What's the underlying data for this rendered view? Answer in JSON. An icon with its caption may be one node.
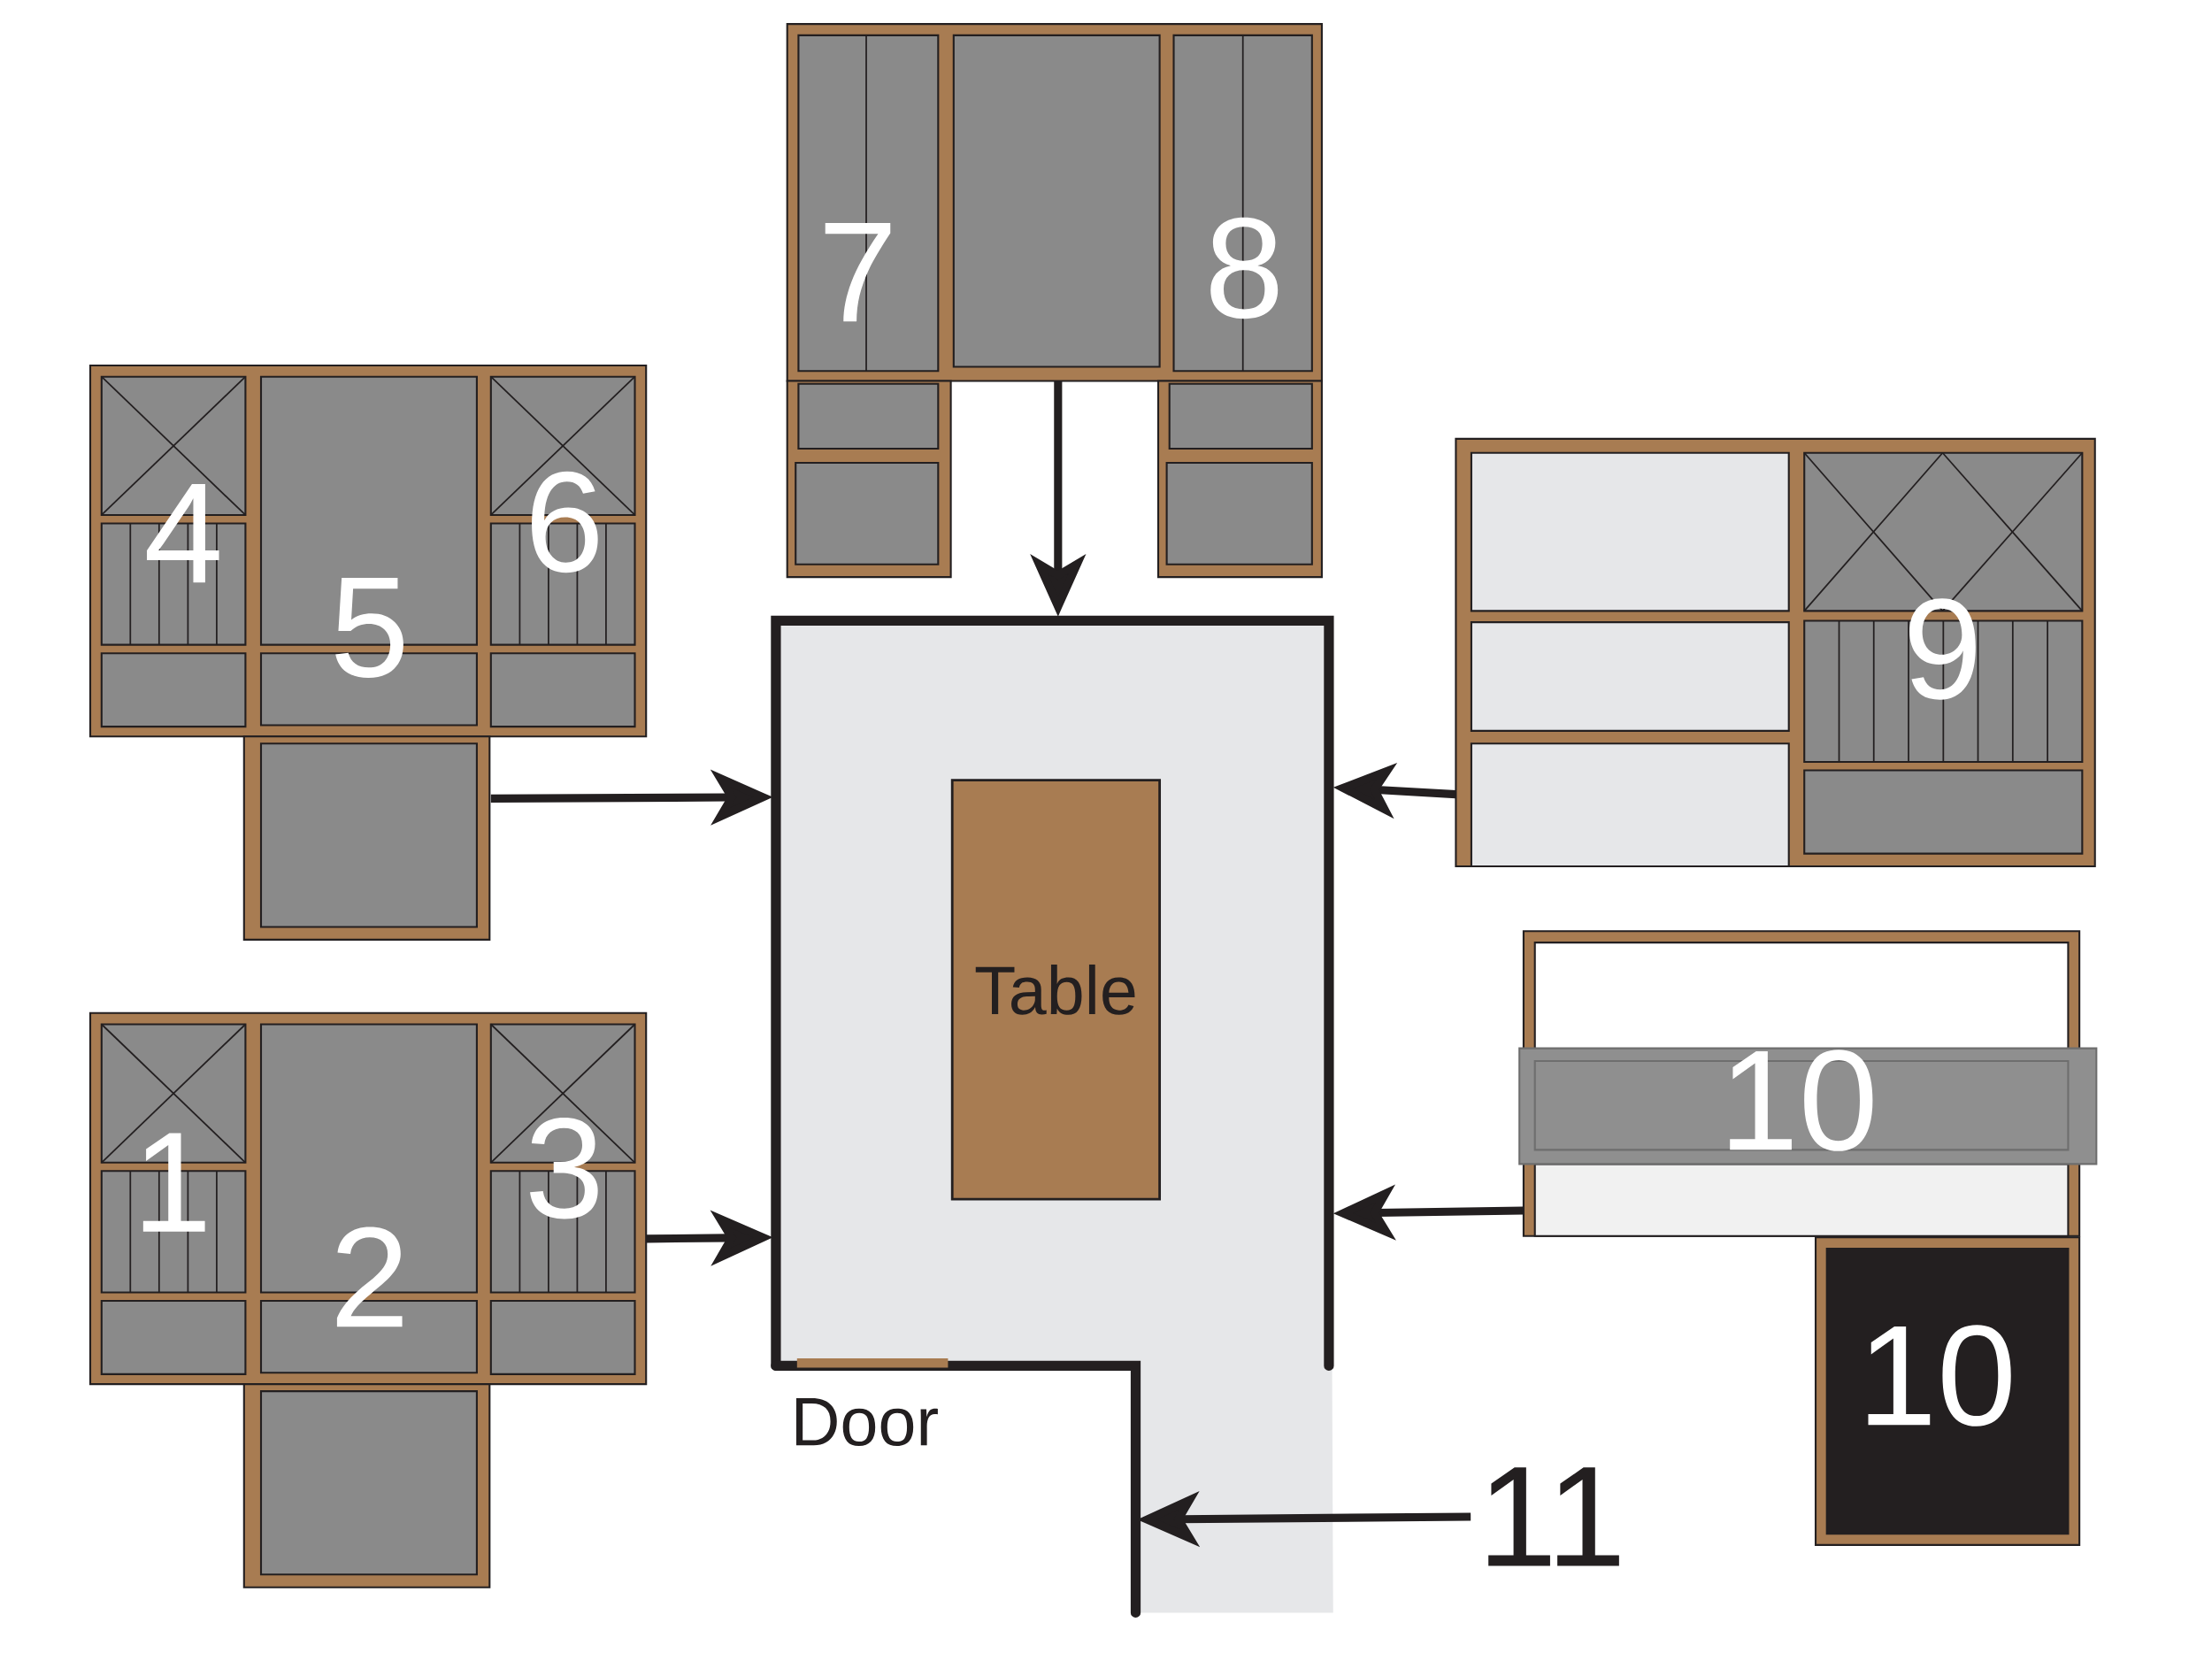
{
  "diagram": {
    "nodes": [
      {
        "text": [
          "7",
          "8"
        ]
      },
      {
        "text": [
          "4",
          "5",
          "6"
        ]
      },
      {
        "text": [
          "9"
        ]
      },
      {
        "text": [],
        "shape": "box"
      },
      {
        "text": [
          "Table"
        ],
        "in": 3
      },
      {
        "text": [
          "10"
        ]
      },
      {
        "text": [
          "1",
          "2",
          "3"
        ]
      },
      {
        "text": [
          "10"
        ]
      },
      {
        "text": [
          "11"
        ]
      }
    ],
    "edges": [
      {
        "from": 0,
        "to": 3,
        "arrow": "to"
      },
      {
        "from": 1,
        "to": 3,
        "arrow": "to"
      },
      {
        "from": 2,
        "to": 3,
        "arrow": "to"
      },
      {
        "from": 5,
        "to": 3,
        "arrow": "to"
      },
      {
        "from": 6,
        "to": 3,
        "arrow": "to"
      },
      {
        "from": 8,
        "to": 3,
        "arrow": "to"
      }
    ],
    "labels": [
      "Door"
    ]
  }
}
